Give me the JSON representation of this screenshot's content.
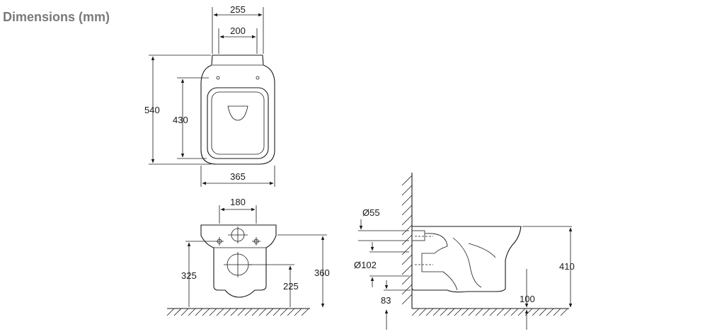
{
  "page_title": "Dimensions (mm)",
  "dimensions": {
    "top_overall_width": "255",
    "top_seat_width": "200",
    "top_length": "540",
    "top_inner_length": "430",
    "top_body_width": "365",
    "front_bolt_spacing": "180",
    "front_height": "325",
    "front_outlet_height": "225",
    "front_total_height": "360",
    "side_inlet_dia": "Ø55",
    "side_outlet_dia": "Ø102",
    "side_height": "410",
    "side_outlet_offset": "83",
    "side_floor_offset": "100"
  }
}
